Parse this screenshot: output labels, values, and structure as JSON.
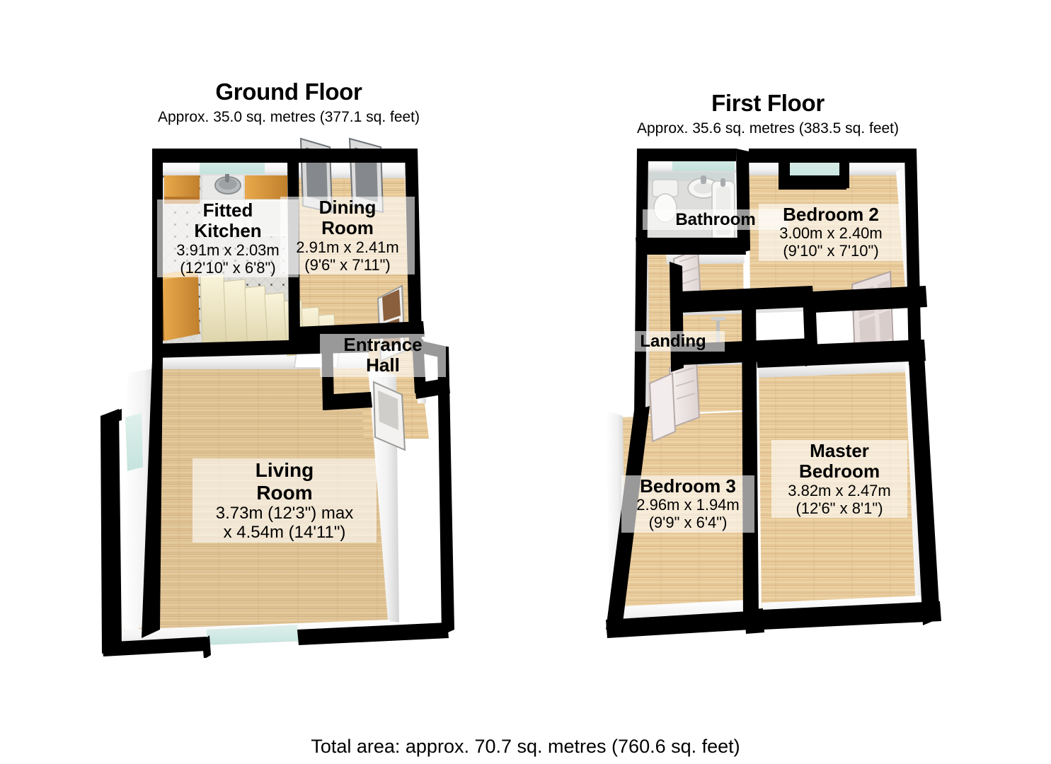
{
  "document": {
    "type": "floor-plan",
    "total_area": "Total area: approx. 70.7 sq. metres (760.6 sq. feet)"
  },
  "floors": [
    {
      "id": "ground",
      "title": "Ground Floor",
      "area": "Approx. 35.0 sq. metres (377.1 sq. feet)",
      "rooms": [
        {
          "id": "fitted-kitchen",
          "name": "Fitted\nKitchen",
          "name_line1": "Fitted",
          "name_line2": "Kitchen",
          "dim_metric": "3.91m x 2.03m",
          "dim_imperial": "(12'10\" x 6'8\")",
          "floor_color": "#d9d5cf"
        },
        {
          "id": "dining-room",
          "name": "Dining Room",
          "name_line1": "Dining",
          "name_line2": "Room",
          "dim_metric": "2.91m x 2.41m",
          "dim_imperial": "(9'6\" x 7'11\")",
          "floor_color": "#e3c696"
        },
        {
          "id": "entrance-hall",
          "name": "Entrance Hall",
          "name_line1": "Entrance",
          "name_line2": "Hall",
          "dim_metric": "",
          "dim_imperial": "",
          "floor_color": "#e0c296"
        },
        {
          "id": "living-room",
          "name": "Living Room",
          "name_line1": "Living",
          "name_line2": "Room",
          "dim_metric": "3.73m (12'3\") max",
          "dim_imperial": "x 4.54m (14'11\")",
          "floor_color": "#e9cb9a"
        }
      ]
    },
    {
      "id": "first",
      "title": "First Floor",
      "area": "Approx. 35.6 sq. metres (383.5 sq. feet)",
      "rooms": [
        {
          "id": "bathroom",
          "name": "Bathroom",
          "name_line1": "Bathroom",
          "name_line2": "",
          "dim_metric": "",
          "dim_imperial": "",
          "floor_color": "#dcdcda"
        },
        {
          "id": "bedroom-2",
          "name": "Bedroom 2",
          "name_line1": "Bedroom 2",
          "name_line2": "",
          "dim_metric": "3.00m x 2.40m",
          "dim_imperial": "(9'10\" x 7'10\")",
          "floor_color": "#e5c898"
        },
        {
          "id": "landing",
          "name": "Landing",
          "name_line1": "Landing",
          "name_line2": "",
          "dim_metric": "",
          "dim_imperial": "",
          "floor_color": "#e2c597"
        },
        {
          "id": "bedroom-3",
          "name": "Bedroom 3",
          "name_line1": "Bedroom 3",
          "name_line2": "",
          "dim_metric": "2.96m x 1.94m",
          "dim_imperial": "(9'9\" x 6'4\")",
          "floor_color": "#e7cb9b"
        },
        {
          "id": "master-bedroom",
          "name": "Master Bedroom",
          "name_line1": "Master",
          "name_line2": "Bedroom",
          "dim_metric": "3.82m x 2.47m",
          "dim_imperial": "(12'6\" x 8'1\")",
          "floor_color": "#e9cd9e"
        }
      ]
    }
  ],
  "colors": {
    "wall_outline": "#000000",
    "wall_face": "#ffffff",
    "wall_shade": "#d8d8d8",
    "wood_floor": "#e7c996",
    "tile_floor": "#dcdad6",
    "glazing": "#d6ece8",
    "door_grey": "#8d9195",
    "door_wood": "#8a5f3d",
    "cabinet_wood": "#d9953f",
    "stair_cream": "#efe7c9",
    "text": "#000000"
  }
}
